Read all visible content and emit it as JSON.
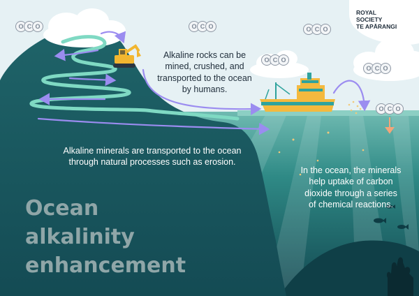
{
  "title": "Ocean alkalinity enhancement",
  "logo": {
    "line1": "ROYAL",
    "line2": "SOCIETY",
    "line3": "TE APĀRANGI"
  },
  "labels": {
    "rock_mining": "Alkaline rocks can be mined, crushed, and transported to the ocean by humans.",
    "natural_erosion": "Alkaline minerals are transported to the ocean through natural processes such as erosion.",
    "ocean_uptake": "In the ocean, the minerals help uptake of carbon dioxide through a series of chemical reactions."
  },
  "molecule": {
    "o": "O",
    "c": "C"
  },
  "colors": {
    "sky": "#e6f1f4",
    "mountain": "#1d5c62",
    "ocean_surface": "#6fbab1",
    "ocean_deep": "#134a52",
    "arrow": "#9b8cf0",
    "path": "#7fd9c3",
    "ship_hull": "#f4b93e",
    "ship_band": "#2fa39d",
    "excavator": "#f2b630"
  }
}
